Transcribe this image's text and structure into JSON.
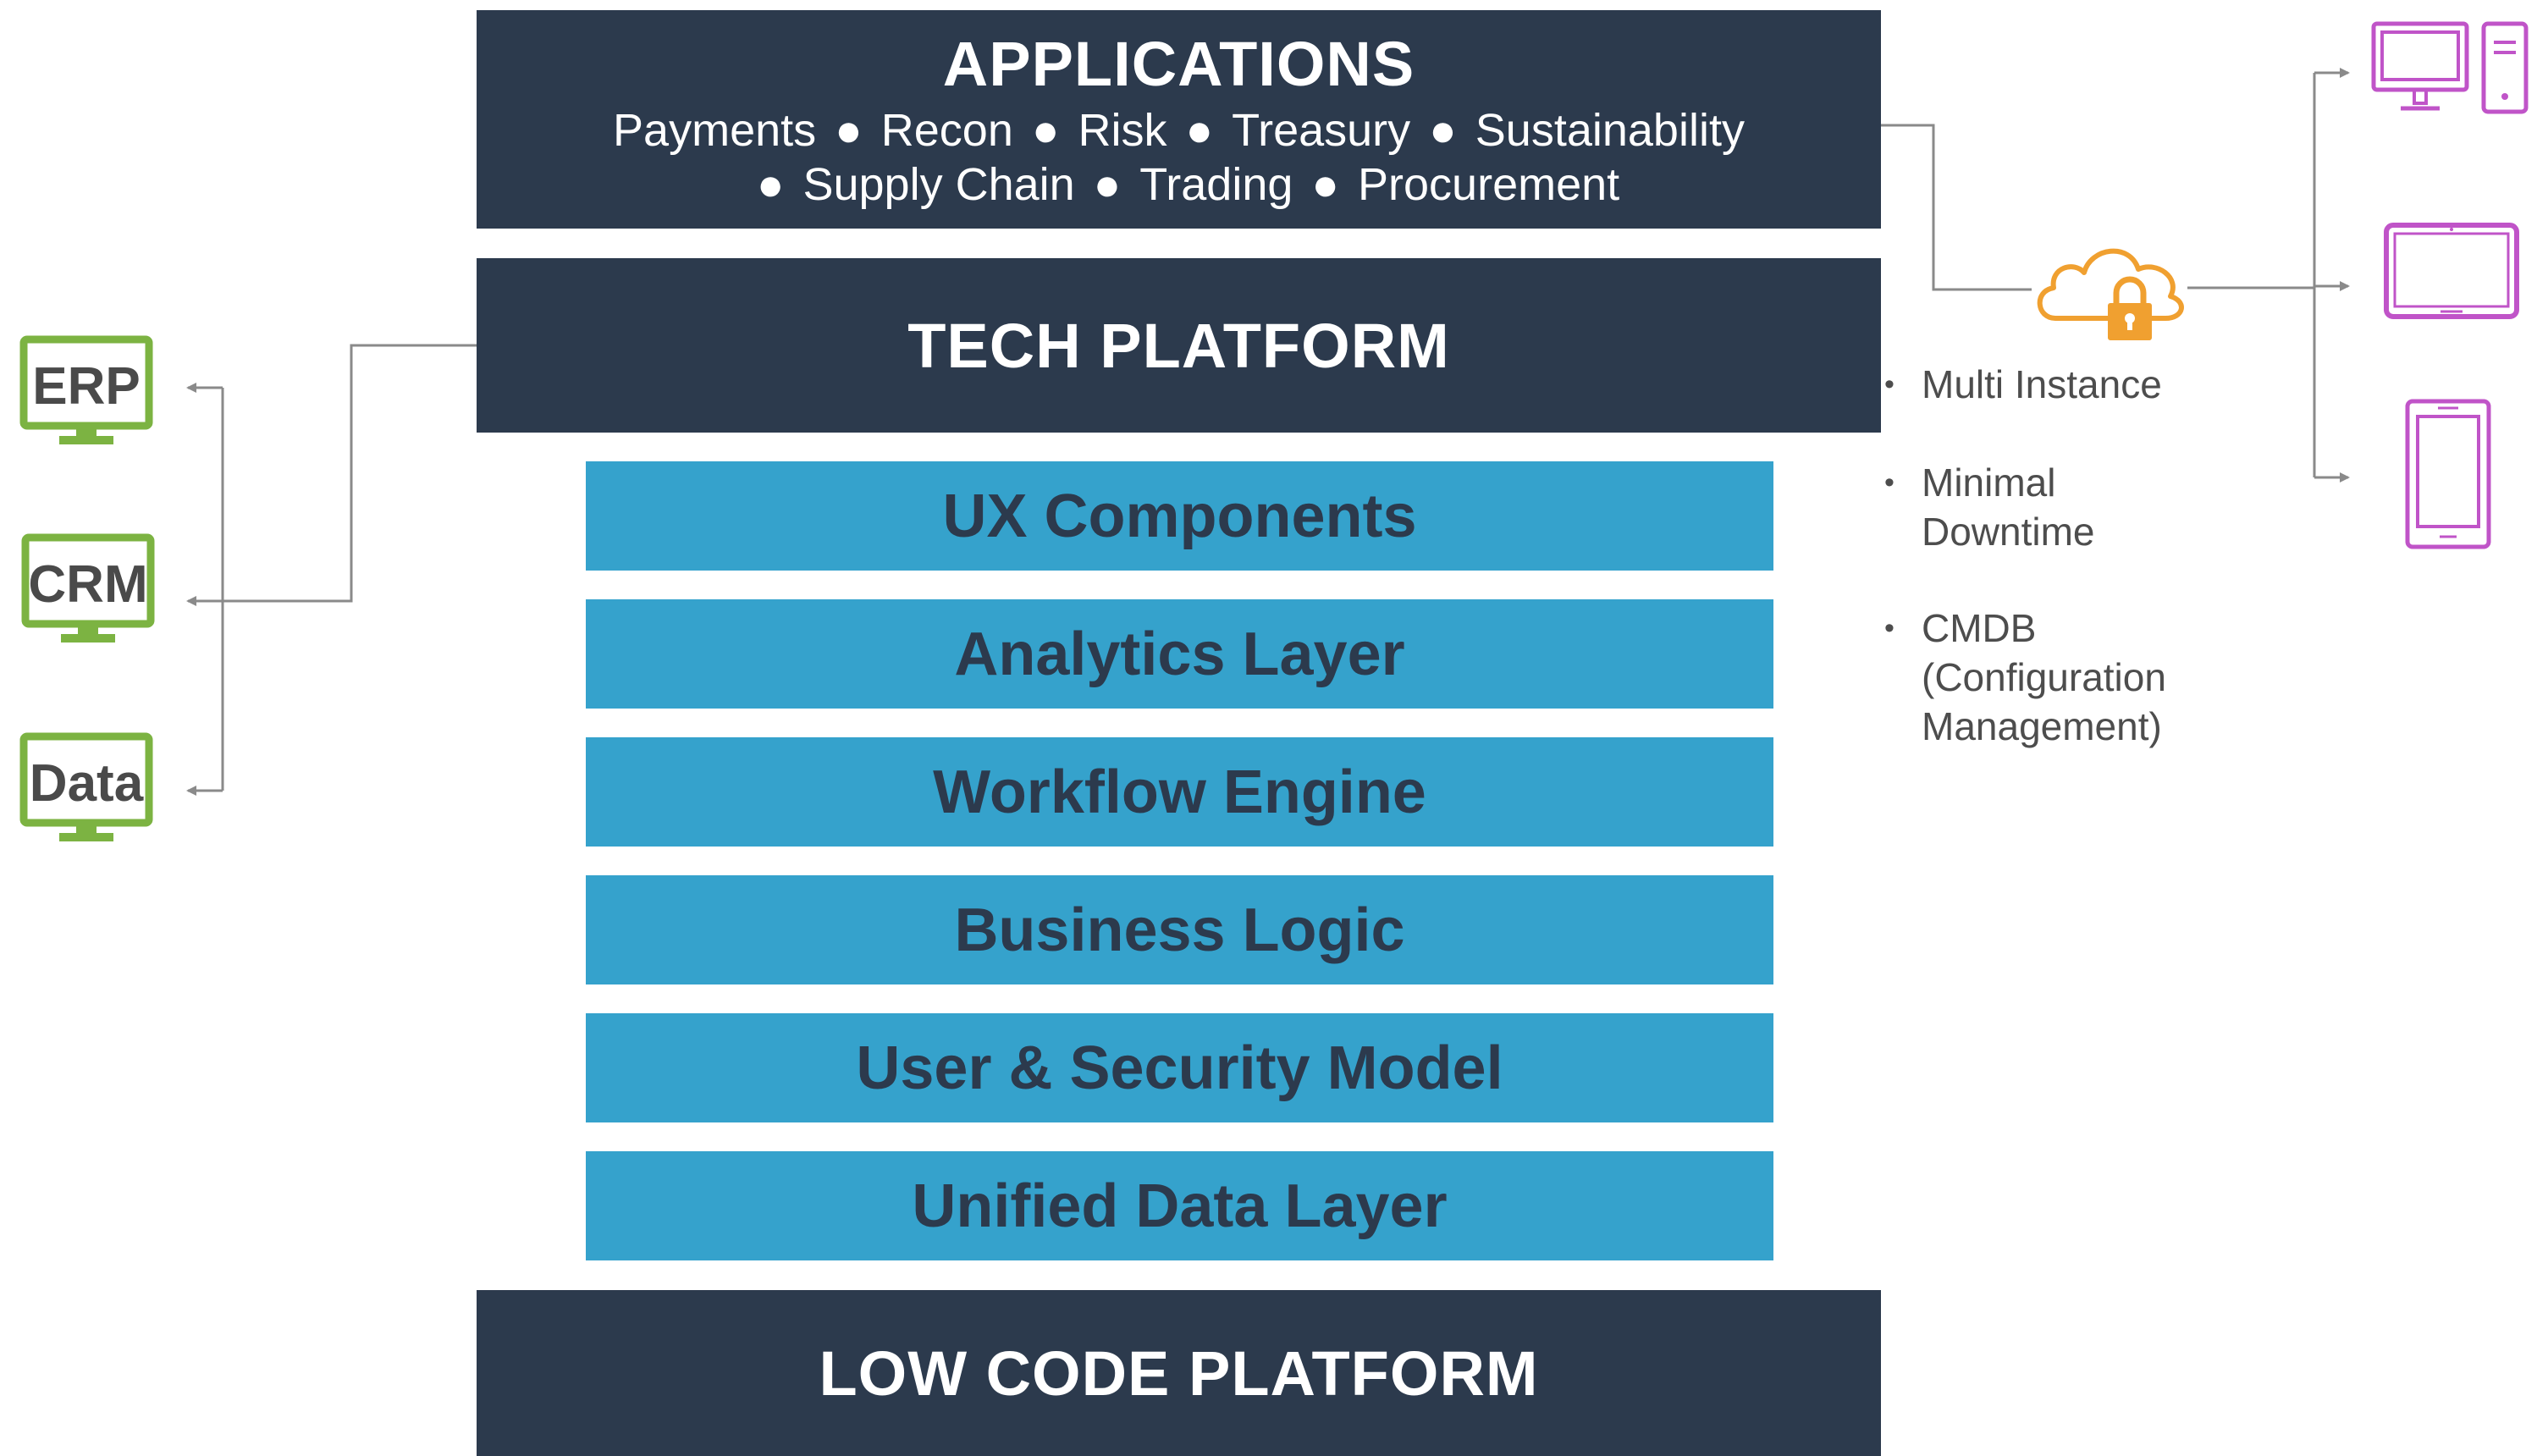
{
  "applications": {
    "title": "APPLICATIONS",
    "items": [
      "Payments",
      "Recon",
      "Risk",
      "Treasury",
      "Sustainability",
      "Supply Chain",
      "Trading",
      "Procurement"
    ],
    "bullet": "●"
  },
  "tech_platform": {
    "title": "TECH PLATFORM"
  },
  "layers": [
    "UX Components",
    "Analytics Layer",
    "Workflow Engine",
    "Business Logic",
    "User & Security Model",
    "Unified Data Layer"
  ],
  "low_code": {
    "title": "LOW CODE PLATFORM"
  },
  "legacy_systems": [
    "ERP",
    "CRM",
    "Data"
  ],
  "cloud_features": {
    "bullet": "•",
    "items": [
      {
        "lines": [
          "Multi Instance"
        ]
      },
      {
        "lines": [
          "Minimal",
          "Downtime"
        ]
      },
      {
        "lines": [
          "CMDB",
          "(Configuration",
          "Management)"
        ]
      }
    ]
  },
  "colors": {
    "dark": "#2c3a4d",
    "layer_blue": "#35a2cc",
    "legacy_green": "#7cb342",
    "cloud_orange": "#f0a030",
    "device_purple": "#c054c8",
    "connector_gray": "#8a8a8a"
  },
  "icons": {
    "legacy": "monitor-icon",
    "cloud": "cloud-lock-icon",
    "devices": [
      "desktop-icon",
      "tablet-icon",
      "phone-icon"
    ]
  }
}
